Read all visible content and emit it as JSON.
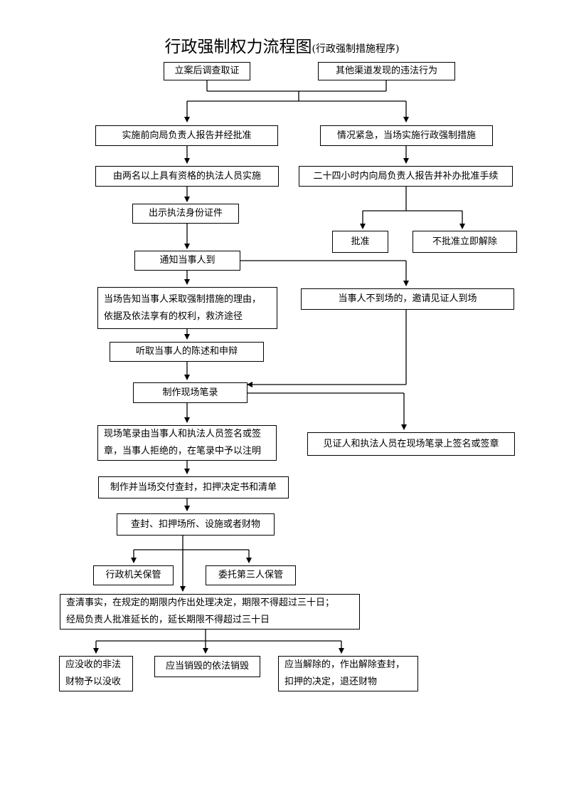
{
  "title": {
    "main": "行政强制权力流程图",
    "sub": "(行政强制措施程序)"
  },
  "nodes": {
    "n1": "立案后调查取证",
    "n2": "其他渠道发现的违法行为",
    "n3": "实施前向局负责人报告并经批准",
    "n4": "情况紧急，当场实施行政强制措施",
    "n5": "由两名以上具有资格的执法人员实施",
    "n6": "二十四小时内向局负责人报告并补办批准手续",
    "n7": "出示执法身份证件",
    "n8": "批准",
    "n9": "不批准立即解除",
    "n10": "通知当事人到",
    "n11": [
      "当场告知当事人采取强制措施的理由，",
      "依据及依法享有的权利，救济途径"
    ],
    "n12": "当事人不到场的，邀请见证人到场",
    "n13": "听取当事人的陈述和申辩",
    "n14": "制作现场笔录",
    "n15": [
      "现场笔录由当事人和执法人员签名或签",
      "章，当事人拒绝的，在笔录中予以注明"
    ],
    "n16": "见证人和执法人员在现场笔录上签名或签章",
    "n17": "制作并当场交付查封，扣押决定书和清单",
    "n18": "查封、扣押场所、设施或者财物",
    "n19": "行政机关保管",
    "n20": "委托第三人保管",
    "n21": [
      "查清事实，在规定的期限内作出处理决定，期限不得超过三十日；",
      "经局负责人批准延长的，延长期限不得超过三十日"
    ],
    "n22": [
      "应没收的非法",
      "财物予以没收"
    ],
    "n23": "应当销毁的依法销毁",
    "n24": [
      "应当解除的，作出解除查封，",
      "扣押的决定，退还财物"
    ]
  }
}
